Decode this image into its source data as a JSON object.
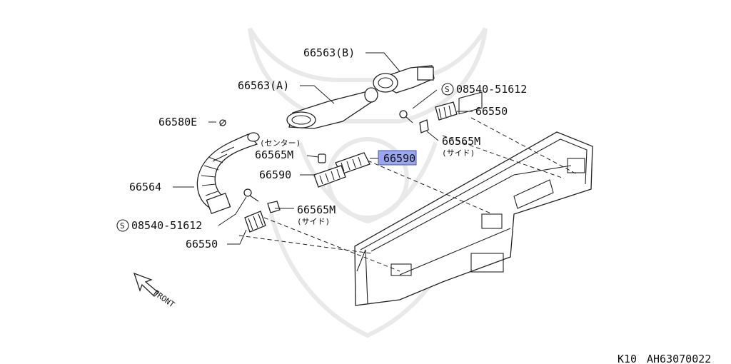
{
  "diagram": {
    "callouts": {
      "p66563b": "66563(B)",
      "p66563a": "66563(A)",
      "p66580e": "66580E",
      "p66564": "66564",
      "bolt_upper": "08540-51612",
      "p66550_upper": "66550",
      "p66565m_side_upper": "66565M",
      "side_upper_note": "(サイド)",
      "center_note": "(センター)",
      "p66565m_center": "66565M",
      "p66590_highlight": "66590",
      "p66590": "66590",
      "bolt_lower": "08540-51612",
      "p66565m_side_lower": "66565M",
      "side_lower_note": "(サイド)",
      "p66550_lower": "66550"
    },
    "bolt_symbol": "S",
    "front_marker": "FRONT",
    "highlighted_part": "66590"
  },
  "footer": {
    "code": "K10",
    "reference": "AH63070022"
  }
}
